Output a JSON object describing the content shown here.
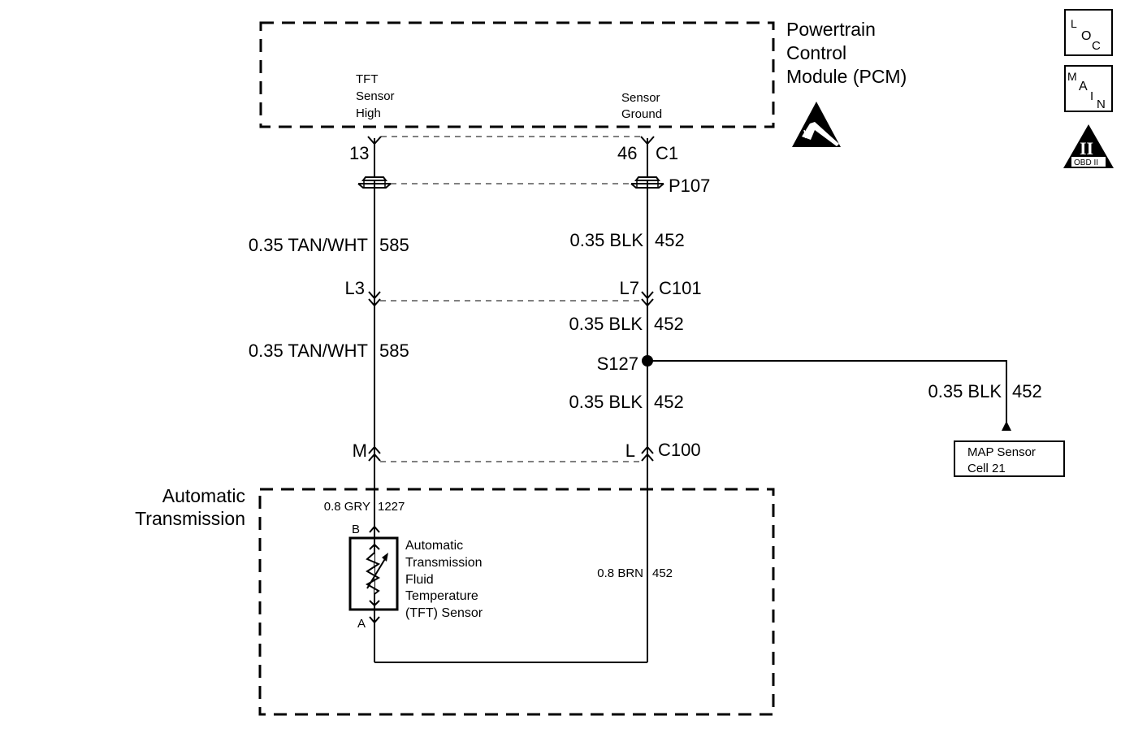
{
  "diagram": {
    "type": "wiring-schematic",
    "components": {
      "pcm": {
        "title_lines": [
          "Powertrain",
          "Control",
          "Module (PCM)"
        ],
        "pin_left_label_lines": [
          "TFT",
          "Sensor",
          "High"
        ],
        "pin_right_label_lines": [
          "Sensor",
          "Ground"
        ],
        "esd_icon": "esd-sensitive-icon"
      },
      "transmission": {
        "title_lines": [
          "Automatic",
          "Transmission"
        ]
      },
      "tft_sensor": {
        "label_lines": [
          "Automatic",
          "Transmission",
          "Fluid",
          "Temperature",
          "(TFT) Sensor"
        ],
        "pin_top": "B",
        "pin_bottom": "A"
      },
      "map_sensor": {
        "label_lines": [
          "MAP Sensor",
          "Cell 21"
        ]
      }
    },
    "connectors": {
      "c1": {
        "name": "C1",
        "left_pin": "13",
        "right_pin": "46"
      },
      "p107": {
        "name": "P107"
      },
      "c101": {
        "name": "C101",
        "left_pin": "L3",
        "right_pin": "L7"
      },
      "c100": {
        "name": "C100",
        "left_pin": "M",
        "right_pin": "L"
      },
      "s127": {
        "name": "S127"
      }
    },
    "wires": {
      "left_upper": {
        "gauge_color": "0.35 TAN/WHT",
        "circuit": "585"
      },
      "left_middle": {
        "gauge_color": "0.35 TAN/WHT",
        "circuit": "585"
      },
      "left_lower": {
        "gauge_color": "0.8 GRY",
        "circuit": "1227"
      },
      "right_upper": {
        "gauge_color": "0.35 BLK",
        "circuit": "452"
      },
      "right_mid1": {
        "gauge_color": "0.35 BLK",
        "circuit": "452"
      },
      "right_mid2": {
        "gauge_color": "0.35 BLK",
        "circuit": "452"
      },
      "right_lower": {
        "gauge_color": "0.8 BRN",
        "circuit": "452"
      },
      "map_branch": {
        "gauge_color": "0.35 BLK",
        "circuit": "452"
      }
    },
    "badges": {
      "loc": [
        "L",
        "O",
        "C"
      ],
      "main": [
        "M",
        "A",
        "I",
        "N"
      ],
      "obd": {
        "numeral": "II",
        "caption": "OBD II"
      }
    }
  }
}
